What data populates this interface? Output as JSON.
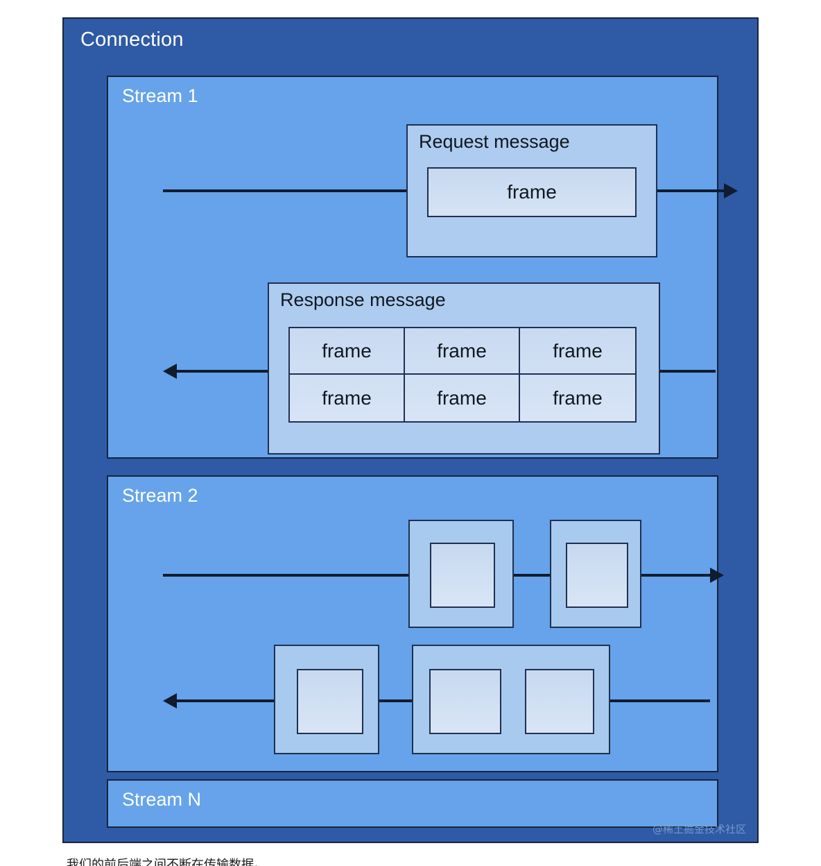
{
  "diagram": {
    "title": "Connection",
    "streams": [
      {
        "id": "stream1",
        "label": "Stream 1"
      },
      {
        "id": "stream2",
        "label": "Stream 2"
      },
      {
        "id": "streamN",
        "label": "Stream N"
      }
    ],
    "stream1": {
      "request": {
        "label": "Request message",
        "frames": [
          "frame"
        ],
        "direction": "right"
      },
      "response": {
        "label": "Response message",
        "rows": [
          [
            "frame",
            "frame",
            "frame"
          ],
          [
            "frame",
            "frame",
            "frame"
          ]
        ],
        "direction": "left"
      }
    },
    "stream2": {
      "top_row": {
        "direction": "right",
        "blocks": [
          1,
          1
        ]
      },
      "bottom_row": {
        "direction": "left",
        "blocks": [
          1,
          2
        ]
      }
    }
  },
  "colors": {
    "connection_bg": "#2f5aa5",
    "stream_bg": "#66a3ea",
    "message_bg": "#aeccf0",
    "frame_bg": "#cedef3",
    "border": "#1f3050",
    "title_text": "#ffffff",
    "body_text": "#10171f"
  },
  "watermark": {
    "text": "@稀土掘金技术社区"
  },
  "caption": {
    "text": "我们的前后端之间不断在传输数据。"
  }
}
